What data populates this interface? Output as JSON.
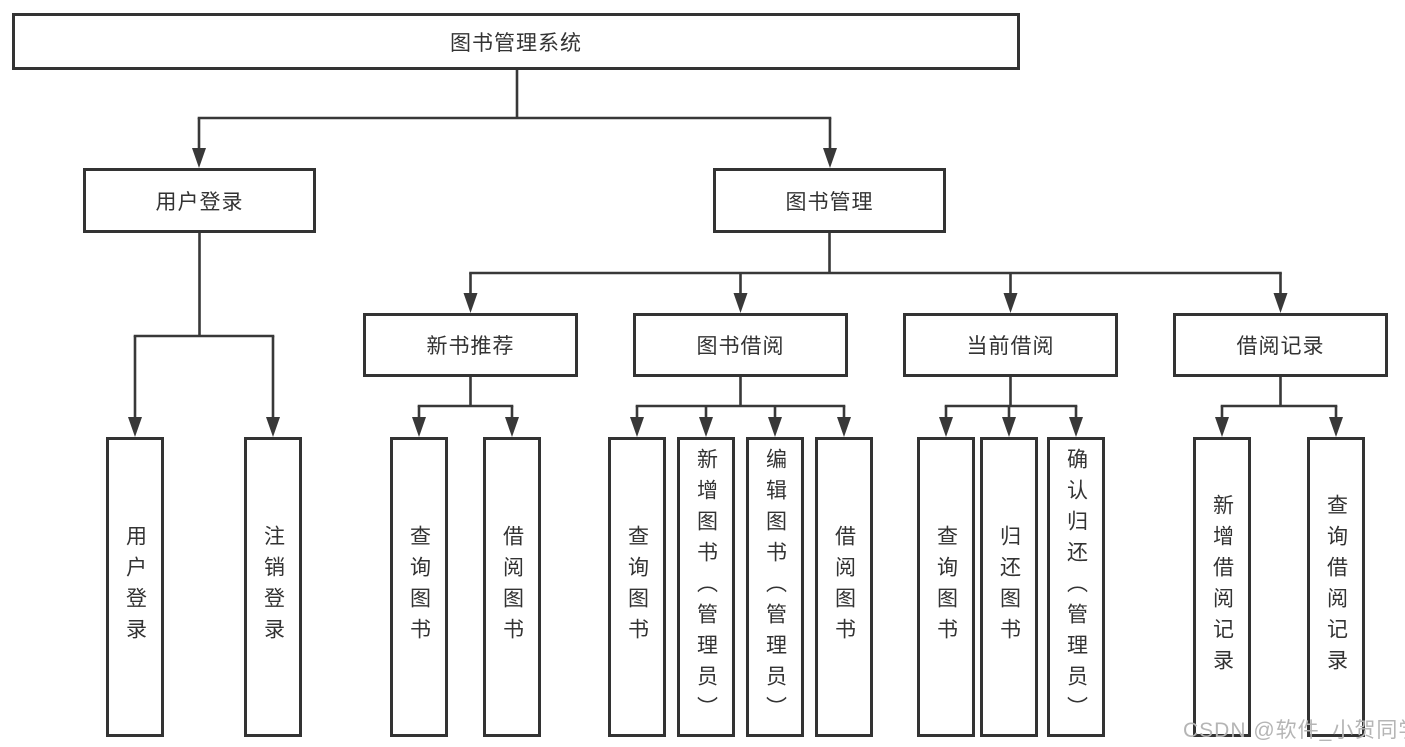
{
  "diagram": {
    "root": {
      "label": "图书管理系统"
    },
    "branches": [
      {
        "label": "用户登录",
        "children": [
          {
            "label": "用户登录"
          },
          {
            "label": "注销登录"
          }
        ]
      },
      {
        "label": "图书管理",
        "children": [
          {
            "label": "新书推荐",
            "children": [
              {
                "label": "查询图书"
              },
              {
                "label": "借阅图书"
              }
            ]
          },
          {
            "label": "图书借阅",
            "children": [
              {
                "label": "查询图书"
              },
              {
                "label": "新增图书（管理员）"
              },
              {
                "label": "编辑图书（管理员）"
              },
              {
                "label": "借阅图书"
              }
            ]
          },
          {
            "label": "当前借阅",
            "children": [
              {
                "label": "查询图书"
              },
              {
                "label": "归还图书"
              },
              {
                "label": "确认归还（管理员）"
              }
            ]
          },
          {
            "label": "借阅记录",
            "children": [
              {
                "label": "新增借阅记录"
              },
              {
                "label": "查询借阅记录"
              }
            ]
          }
        ]
      }
    ],
    "line_color": "#383838"
  },
  "watermark": {
    "text": "CSDN @软件_小贺同学"
  }
}
